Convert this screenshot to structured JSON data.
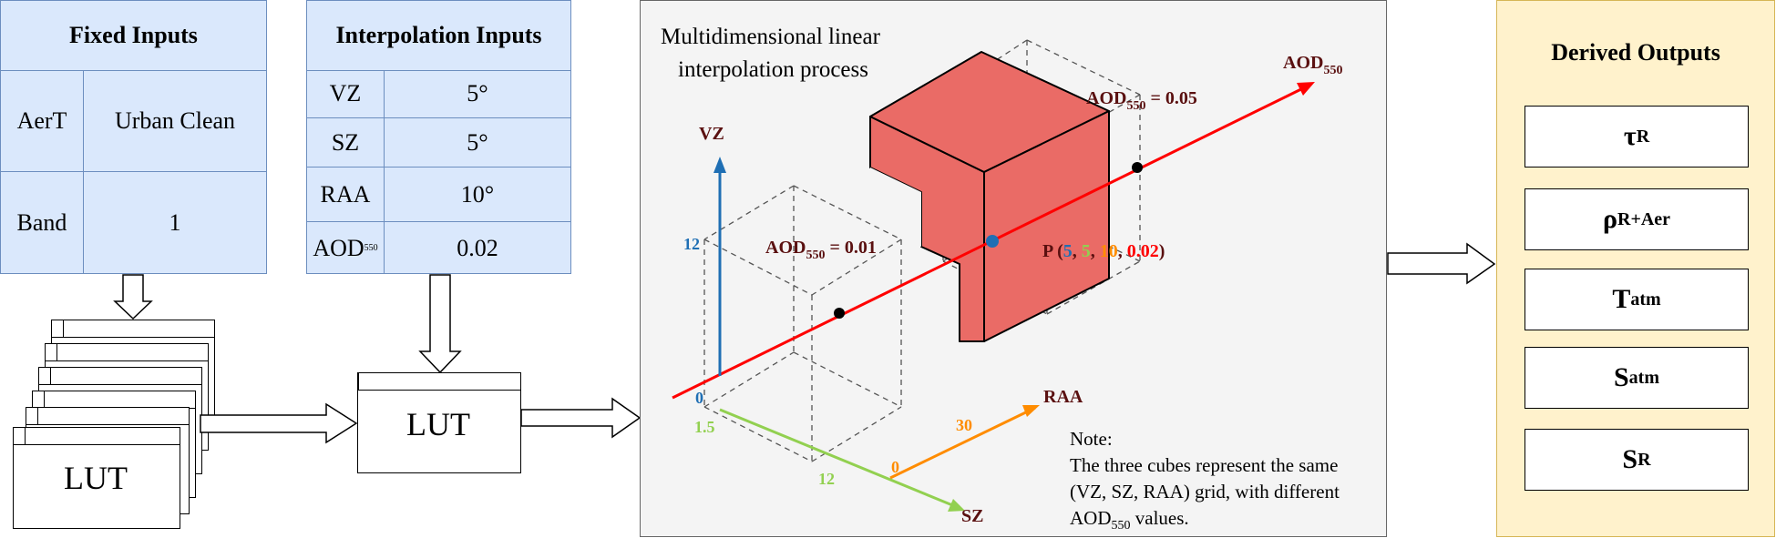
{
  "fixed": {
    "title": "Fixed Inputs",
    "rows": [
      {
        "k": "AerT",
        "v": "Urban Clean"
      },
      {
        "k": "Band",
        "v": "1"
      }
    ]
  },
  "interp": {
    "title": "Interpolation Inputs",
    "rows": [
      {
        "k": "VZ",
        "v": "5°"
      },
      {
        "k": "SZ",
        "v": "5°"
      },
      {
        "k": "RAA",
        "v": "10°"
      },
      {
        "k": "AOD",
        "k_sub": "550",
        "v": "0.02"
      }
    ]
  },
  "lut": {
    "stack_label": "LUT",
    "single_label": "LUT"
  },
  "process": {
    "title_line1": "Multidimensional linear",
    "title_line2": "interpolation process",
    "axes": {
      "vz": "VZ",
      "sz": "SZ",
      "raa": "RAA",
      "aod": "AOD",
      "aod_sub": "550",
      "vz_tick": "12",
      "vz_zero": "0",
      "sz_tick_start": "1.5",
      "sz_tick_end": "12",
      "raa_tick_start": "0",
      "raa_tick_end": "30"
    },
    "cube_labels": [
      {
        "main": "AOD",
        "sub": "550",
        "value": " = 0.01"
      },
      {
        "main": "AOD",
        "sub": "550",
        "value": " = 0.05"
      }
    ],
    "point": {
      "prefix": "P (",
      "vz": "5",
      "sz": "5",
      "raa": "10",
      "aod": "0.02",
      "sep": ", ",
      "suffix": ")"
    },
    "note": {
      "heading": "Note:",
      "line1": "The three cubes represent the same",
      "line2": "(VZ, SZ, RAA) grid, with different",
      "line3_main": "AOD",
      "line3_sub": "550",
      "line3_rest": " values."
    },
    "colors": {
      "aod_axis": "#ff0000",
      "vz_axis": "#1f6fb4",
      "sz_axis": "#92d050",
      "raa_axis": "#ff8c00",
      "cube": "#ea6b66"
    }
  },
  "outputs": {
    "title": "Derived Outputs",
    "items": [
      {
        "main": "τ",
        "sub": "R"
      },
      {
        "main": "ρ",
        "sub": "R+Aer"
      },
      {
        "main": "T",
        "sub": "atm"
      },
      {
        "main": "S",
        "sub": "atm"
      },
      {
        "main": "S",
        "sub": "R"
      }
    ]
  }
}
